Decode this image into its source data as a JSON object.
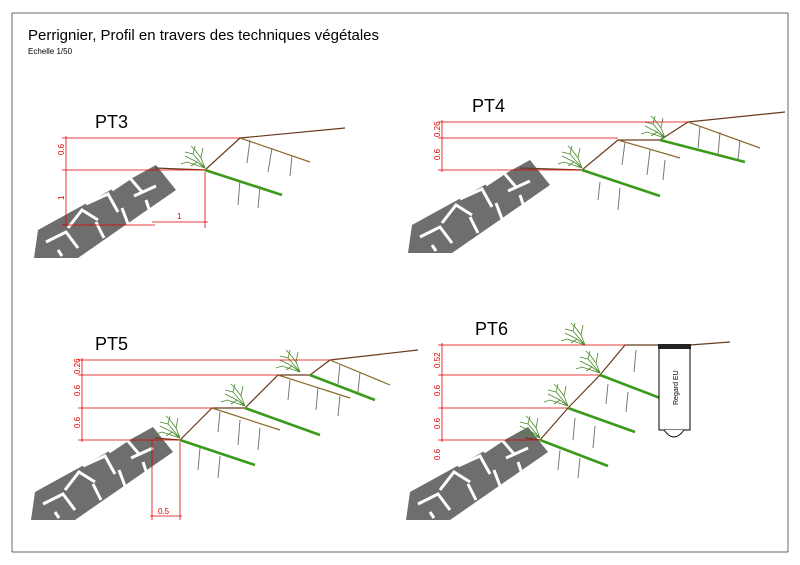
{
  "title": "Perrignier, Profil en travers des techniques végétales",
  "scale": "Echelle 1/50",
  "panels": {
    "pt3": {
      "label": "PT3",
      "dims": {
        "h1": "0.6",
        "h2": "1",
        "w1": "1"
      }
    },
    "pt4": {
      "label": "PT4",
      "dims": {
        "h1": "0.26",
        "h2": "0.6"
      }
    },
    "pt5": {
      "label": "PT5",
      "dims": {
        "h1": "0.26",
        "h2": "0.6",
        "h3": "0.6",
        "w1": "0.5"
      }
    },
    "pt6": {
      "label": "PT6",
      "dims": {
        "h1": "0.52",
        "h2": "0.6",
        "h3": "0.6",
        "h4": "0.6"
      },
      "regard": "Regard EU"
    }
  },
  "colors": {
    "dimension": "#e00000",
    "ground": "#6b3a1e",
    "fascine": "#8a6a2a",
    "plant_layer": "#3a9a1a",
    "rock": "#6e6e6e"
  }
}
